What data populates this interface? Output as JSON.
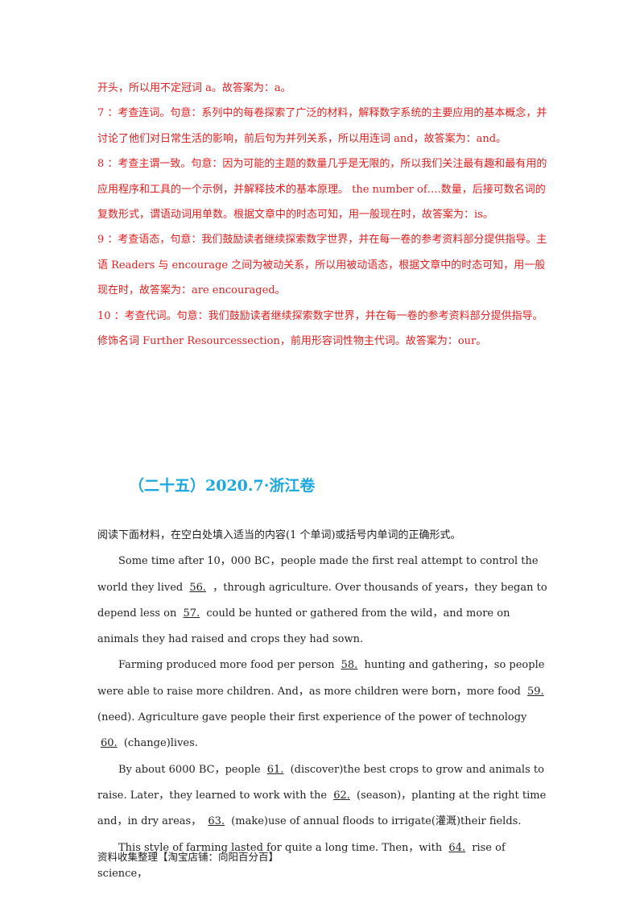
{
  "answers": {
    "line_a": "开头，所以用不定冠词 a。故答案为：a。",
    "q7": "7 ：考查连词。句意：系列中的每卷探索了广泛的材料，解释数字系统的主要应用的基本概念，并讨论了他们对日常生活的影响，前后句为并列关系，所以用连词 and，故答案为：and。",
    "q8": "8 ：考查主谓一致。句意：因为可能的主题的数量几乎是无限的，所以我们关注最有趣和最有用的应用程序和工具的一个示例，并解释技术的基本原理。 the number of….数量，后接可数名词的复数形式，谓语动词用单数。根据文章中的时态可知，用一般现在时，故答案为：is。",
    "q9": "9 ：考查语态，句意：我们鼓励读者继续探索数字世界，并在每一卷的参考资料部分提供指导。主语 Readers 与 encourage 之间为被动关系，所以用被动语态，根据文章中的时态可知，用一般现在时，故答案为：are encouraged。",
    "q10": "10 ：考查代词。句意：我们鼓励读者继续探索数字世界，并在每一卷的参考资料部分提供指导。修饰名词 Further Resourcessection，前用形容词性物主代词。故答案为：our。"
  },
  "section_title": "（二十五）2020.7·浙江卷",
  "instructions": "阅读下面材料，在空白处填入适当的内容(1 个单词)或括号内单词的正确形式。",
  "passage": {
    "p1_a": "Some time after 10，000 BC，people made the first real attempt to control the world they lived",
    "b56": "56.",
    "p1_b": "，through agriculture. Over thousands of years，they began to depend less on",
    "b57": "57.",
    "p1_c": "could be hunted or gathered from the wild，and more on animals they had raised and crops they had sown.",
    "p2_a": "Farming produced more food per person",
    "b58": "58.",
    "p2_b": "hunting and gathering，so people were able to raise more children. And，as more children were born，more food",
    "b59": "59.",
    "p2_c": "(need). Agriculture gave people their first experience of the power of technology",
    "b60": "60.",
    "p2_d": "(change)lives.",
    "p3_a": "By about 6000 BC，people",
    "b61": "61.",
    "p3_b": "(discover)the best crops to grow and animals to raise. Later，they learned to work with the",
    "b62": "62.",
    "p3_c": "(season)，planting at the right time and，in dry areas，",
    "b63": "63.",
    "p3_d": "(make)use of annual floods to irrigate(灌溉)their fields.",
    "p4_a": "This style of farming lasted for quite a long time. Then，with",
    "b64": "64.",
    "p4_b": "rise of science，"
  },
  "footer": "资料收集整理【淘宝店铺：向阳百分百】",
  "colors": {
    "answer_text": "#e02020",
    "section_title": "#1ba7df"
  }
}
